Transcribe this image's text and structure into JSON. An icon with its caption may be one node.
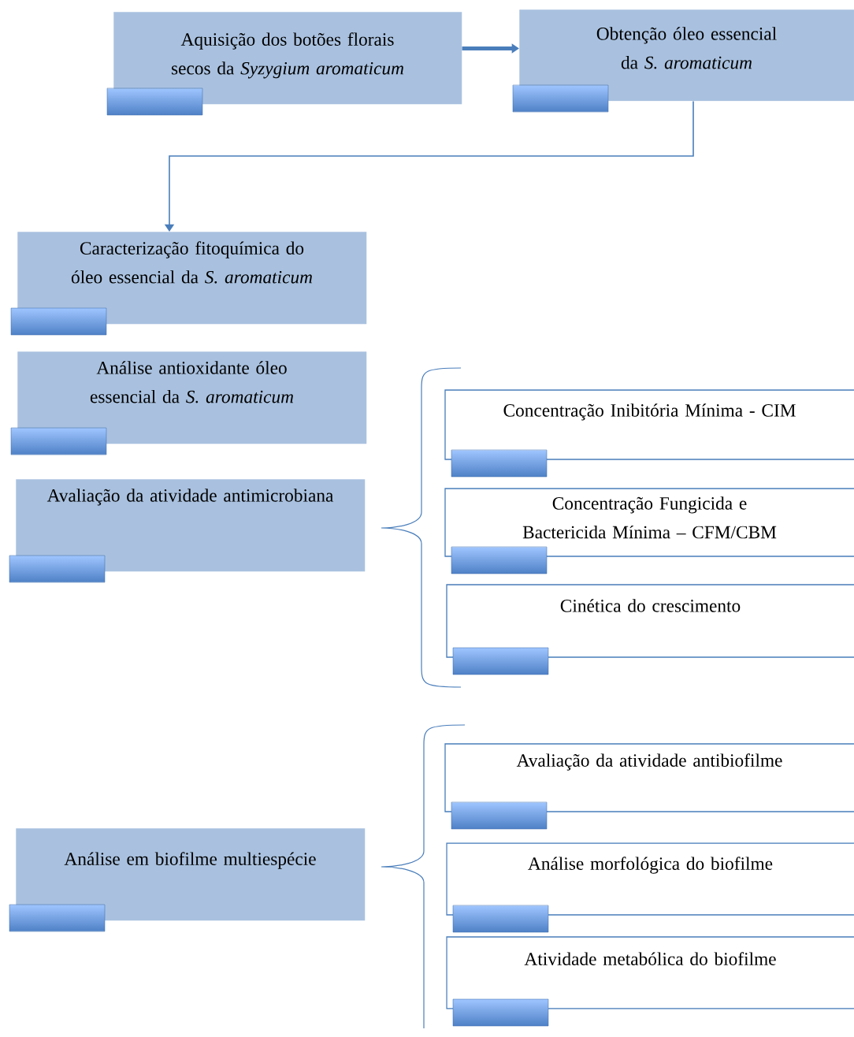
{
  "diagram": {
    "nodes": [
      {
        "text": [
          "Aquisição dos botões florais secos da *Syzygium aromaticum*"
        ]
      },
      {
        "text": [
          "Obtenção óleo essencial da *S. aromaticum*"
        ]
      },
      {
        "text": [
          "Caracterização fitoquímica do óleo essencial da *S. aromaticum*"
        ]
      },
      {
        "text": [
          "Análise antioxidante óleo essencial da *S. aromaticum*"
        ]
      },
      {
        "text": [
          "Avaliação da atividade antimicrobiana"
        ]
      },
      {
        "text": [
          "Concentração Inibitória Mínima - CIM"
        ]
      },
      {
        "text": [
          "Concentração Fungicida e Bactericida Mínima – CFM/CBM"
        ]
      },
      {
        "text": [
          "Cinética do crescimento"
        ]
      },
      {
        "text": [
          "Análise em biofilme multiespécie"
        ]
      },
      {
        "text": [
          "Avaliação da atividade antibiofilme"
        ]
      },
      {
        "text": [
          "Análise morfológica do biofilme"
        ]
      },
      {
        "text": [
          "Atividade metabólica do biofilme"
        ]
      }
    ],
    "edges": [
      {
        "from": 0,
        "to": 1,
        "arrow": "to",
        "style": "thick"
      },
      {
        "from": 1,
        "to": 2,
        "arrow": "to"
      }
    ]
  }
}
